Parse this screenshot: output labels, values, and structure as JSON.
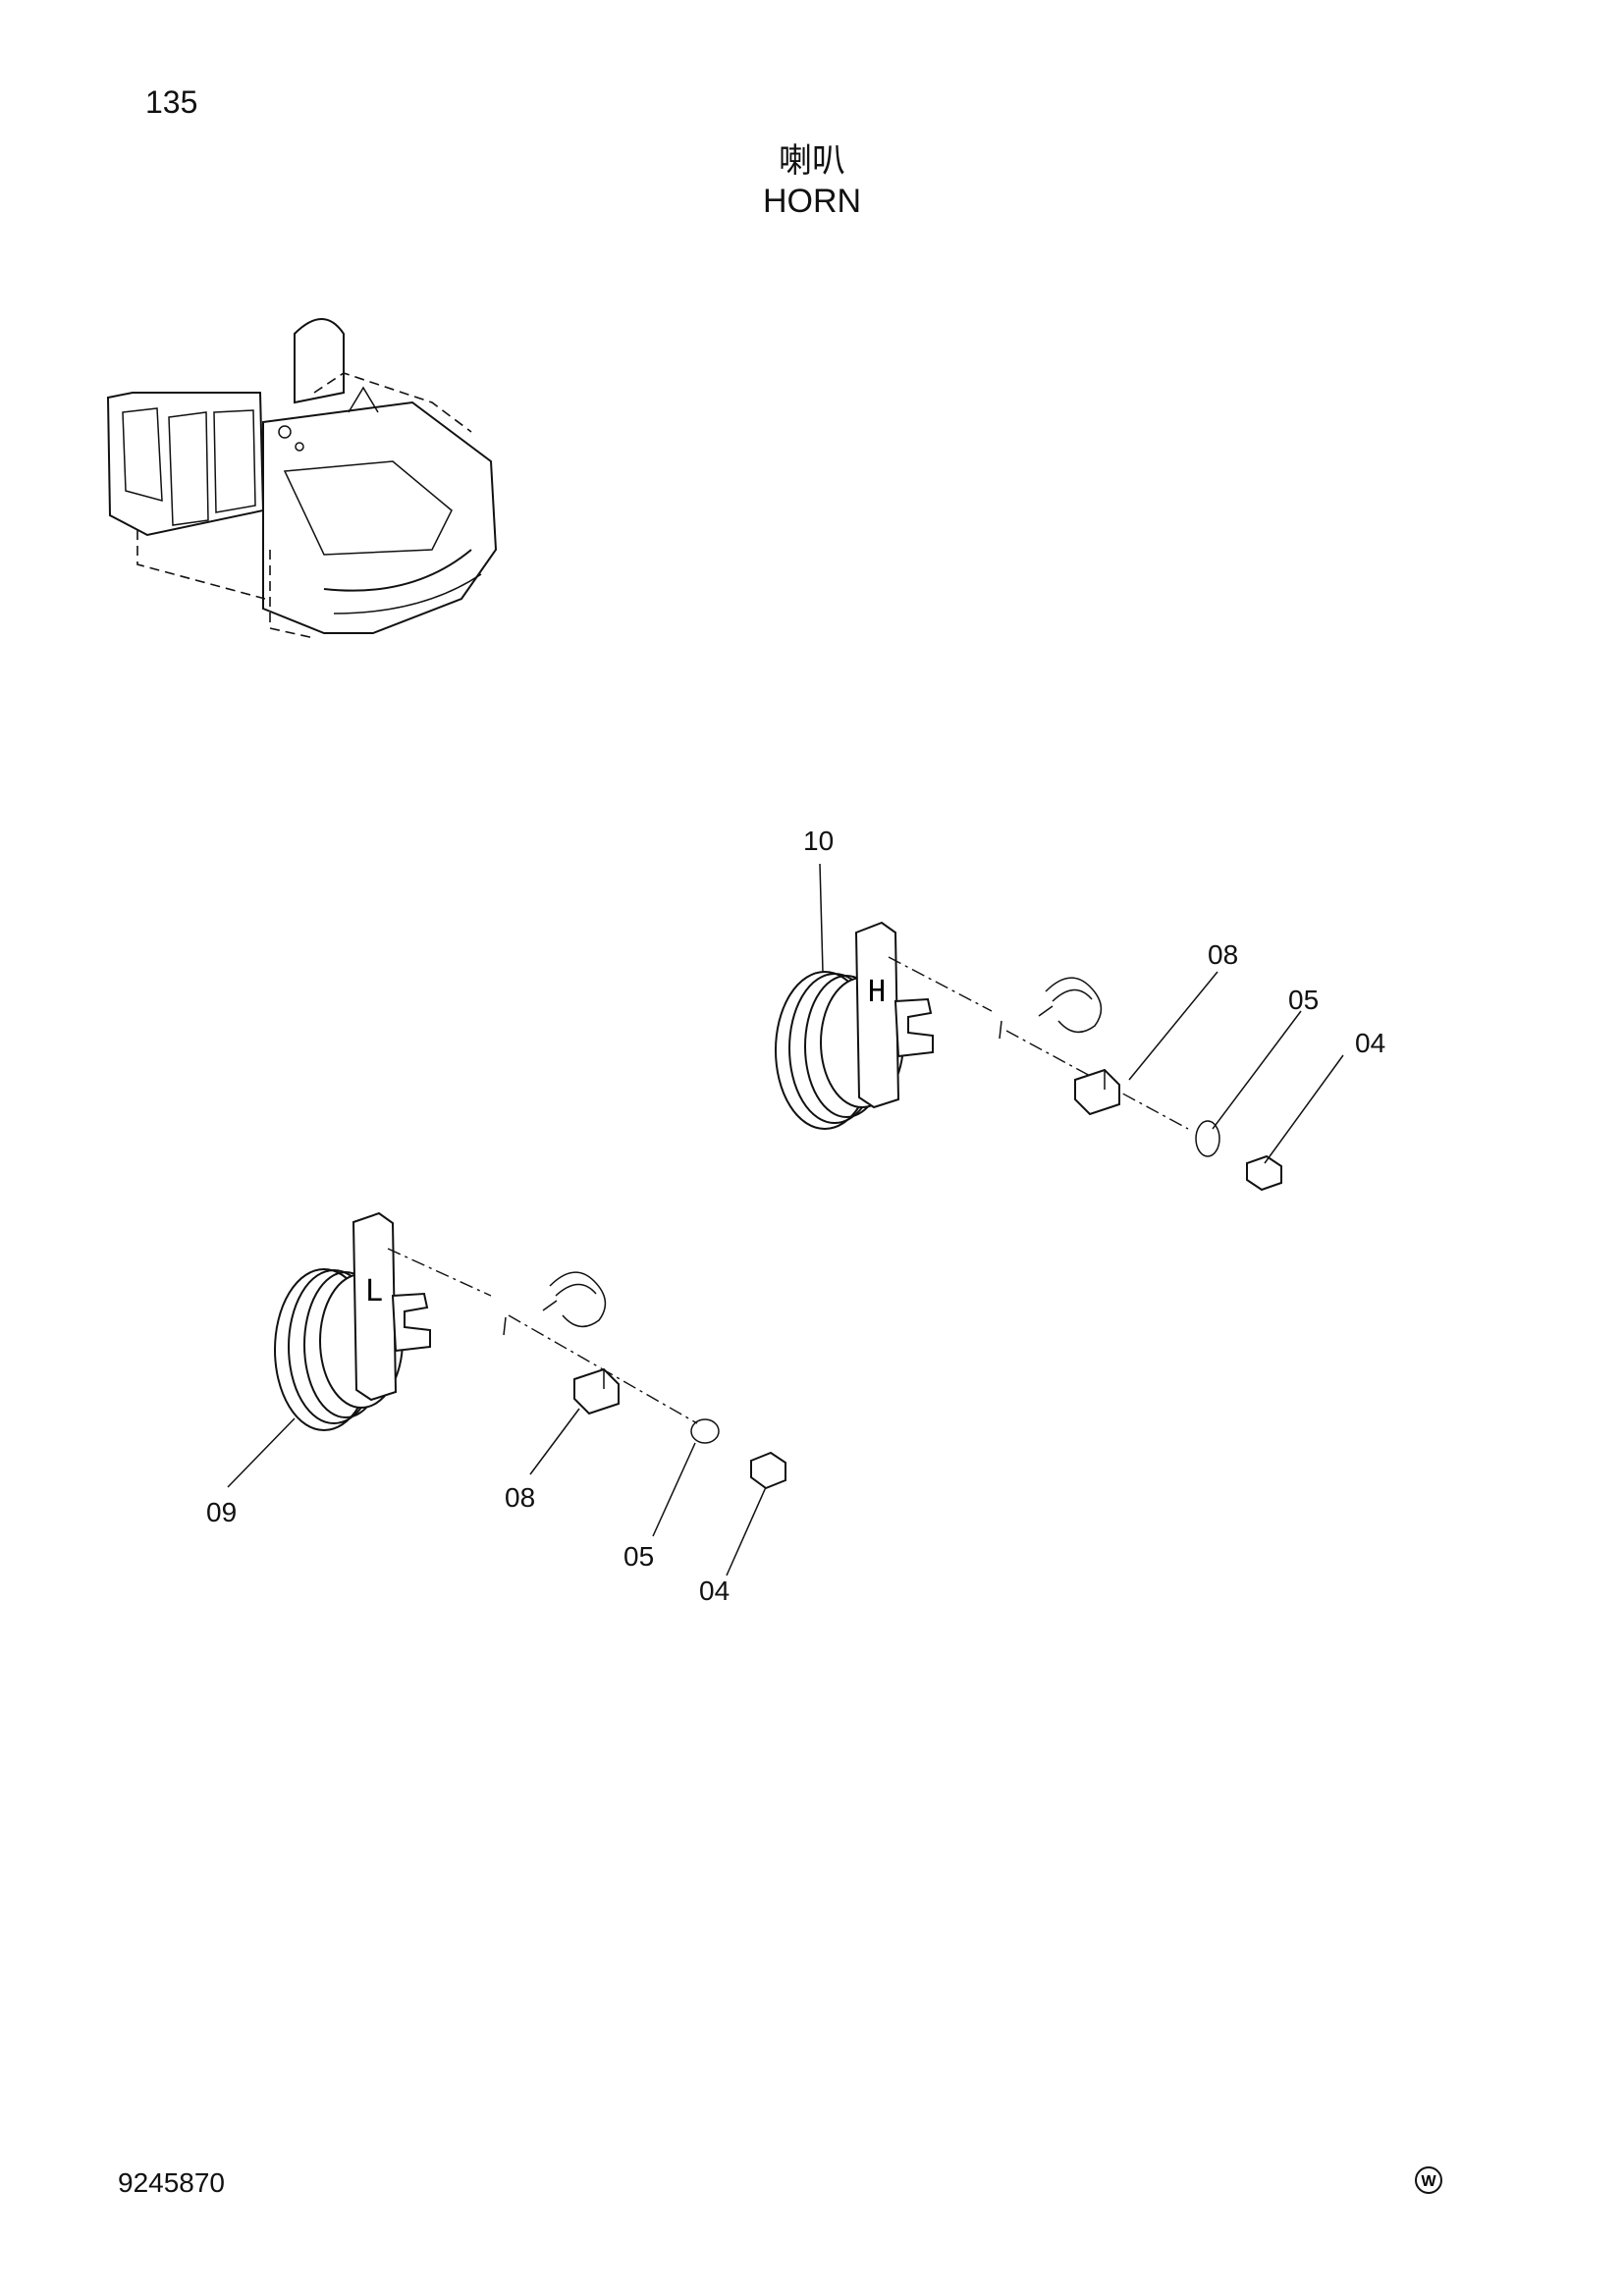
{
  "page": {
    "number": "135",
    "title_cn": "喇叭",
    "title_en": "HORN",
    "doc_number": "9245870",
    "corner_mark_text": "W"
  },
  "callouts": {
    "c10": "10",
    "c08_top": "08",
    "c05_top": "05",
    "c04_top": "04",
    "c09": "09",
    "c08_bottom": "08",
    "c05_bottom": "05",
    "c04_bottom": "04"
  },
  "horn_marks": {
    "high": "H",
    "low": "L"
  },
  "icons": {
    "overview": "excavator-overview-icon",
    "mark": "circled-w-icon"
  }
}
